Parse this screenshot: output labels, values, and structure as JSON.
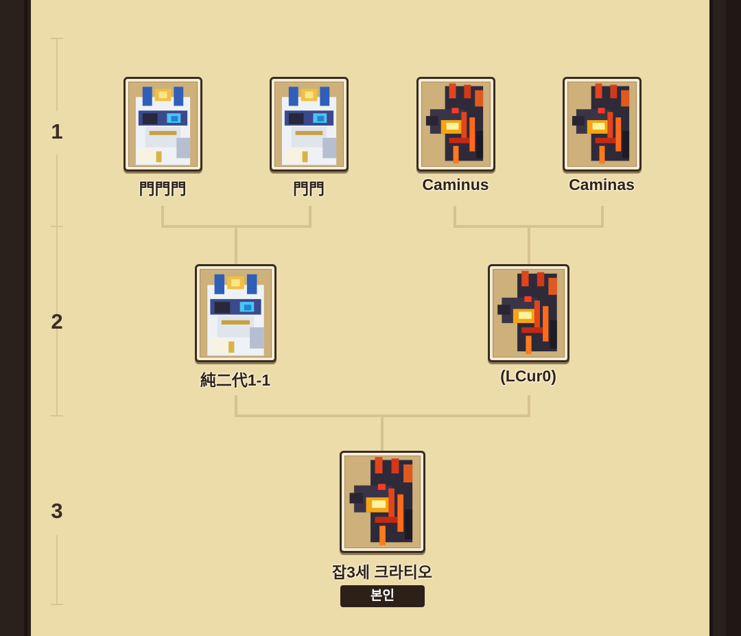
{
  "generations": [
    {
      "number": "1"
    },
    {
      "number": "2"
    },
    {
      "number": "3"
    }
  ],
  "pets": [
    {
      "name": "門門門",
      "icon": "white-dragon-icon"
    },
    {
      "name": "門門",
      "icon": "white-dragon-icon"
    },
    {
      "name": "Caminus",
      "icon": "lava-wolf-icon"
    },
    {
      "name": "Caminas",
      "icon": "lava-wolf-icon"
    },
    {
      "name": "純二代1-1",
      "icon": "white-dragon-icon"
    },
    {
      "name": "(LCur0)",
      "icon": "lava-wolf-icon"
    },
    {
      "name": "잡3세 크라티오",
      "icon": "lava-wolf-icon"
    }
  ],
  "self_badge": "본인",
  "colors": {
    "panel": "#ebdcaa",
    "connector": "#d7c391",
    "frame": "#2b211c",
    "badge": "#2c2019"
  }
}
